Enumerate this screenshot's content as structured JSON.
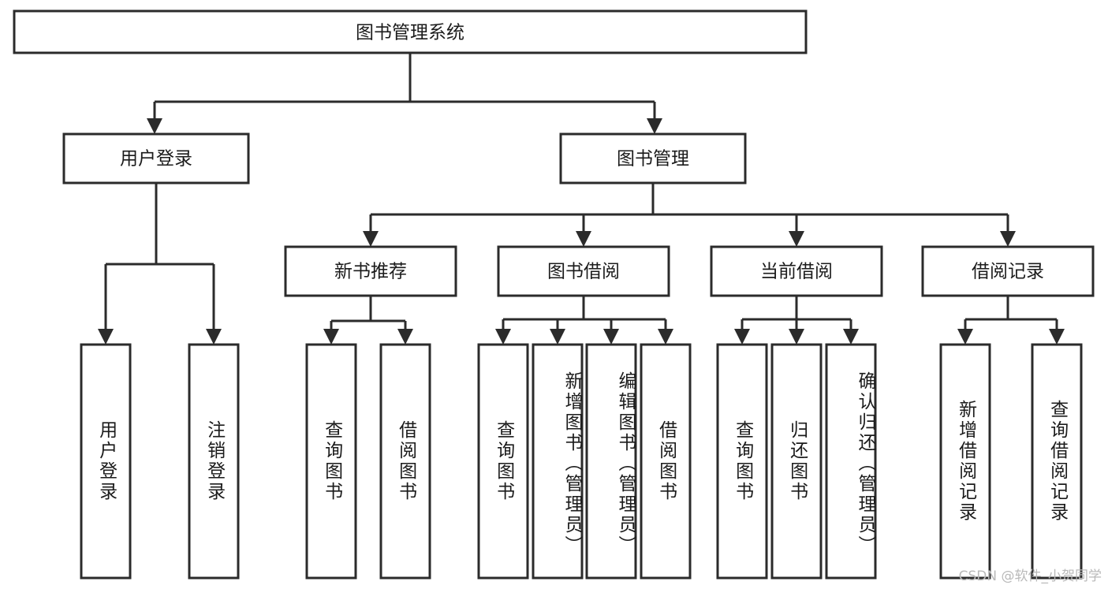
{
  "diagram": {
    "title": "图书管理系统",
    "type": "tree-hierarchy-chart",
    "root": {
      "label": "图书管理系统"
    },
    "level2": [
      {
        "label": "用户登录"
      },
      {
        "label": "图书管理"
      }
    ],
    "level3": [
      {
        "label": "新书推荐"
      },
      {
        "label": "图书借阅"
      },
      {
        "label": "当前借阅"
      },
      {
        "label": "借阅记录"
      }
    ],
    "leaves": [
      {
        "label": "用户登录",
        "parent": "用户登录"
      },
      {
        "label": "注销登录",
        "parent": "用户登录"
      },
      {
        "label": "查询图书",
        "parent": "新书推荐"
      },
      {
        "label": "借阅图书",
        "parent": "新书推荐"
      },
      {
        "label": "查询图书",
        "parent": "图书借阅"
      },
      {
        "label": "新增图书（管理员）",
        "parent": "图书借阅"
      },
      {
        "label": "编辑图书（管理员）",
        "parent": "图书借阅"
      },
      {
        "label": "借阅图书",
        "parent": "图书借阅"
      },
      {
        "label": "查询图书",
        "parent": "当前借阅"
      },
      {
        "label": "归还图书",
        "parent": "当前借阅"
      },
      {
        "label": "确认归还（管理员）",
        "parent": "当前借阅"
      },
      {
        "label": "新增借阅记录",
        "parent": "借阅记录"
      },
      {
        "label": "查询借阅记录",
        "parent": "借阅记录"
      }
    ],
    "watermark": "CSDN @软件_小贺同学",
    "colors": {
      "stroke": "#2b2b2b",
      "fill": "#ffffff",
      "text": "#1b1b1b",
      "watermark": "#b9b9b9"
    }
  }
}
